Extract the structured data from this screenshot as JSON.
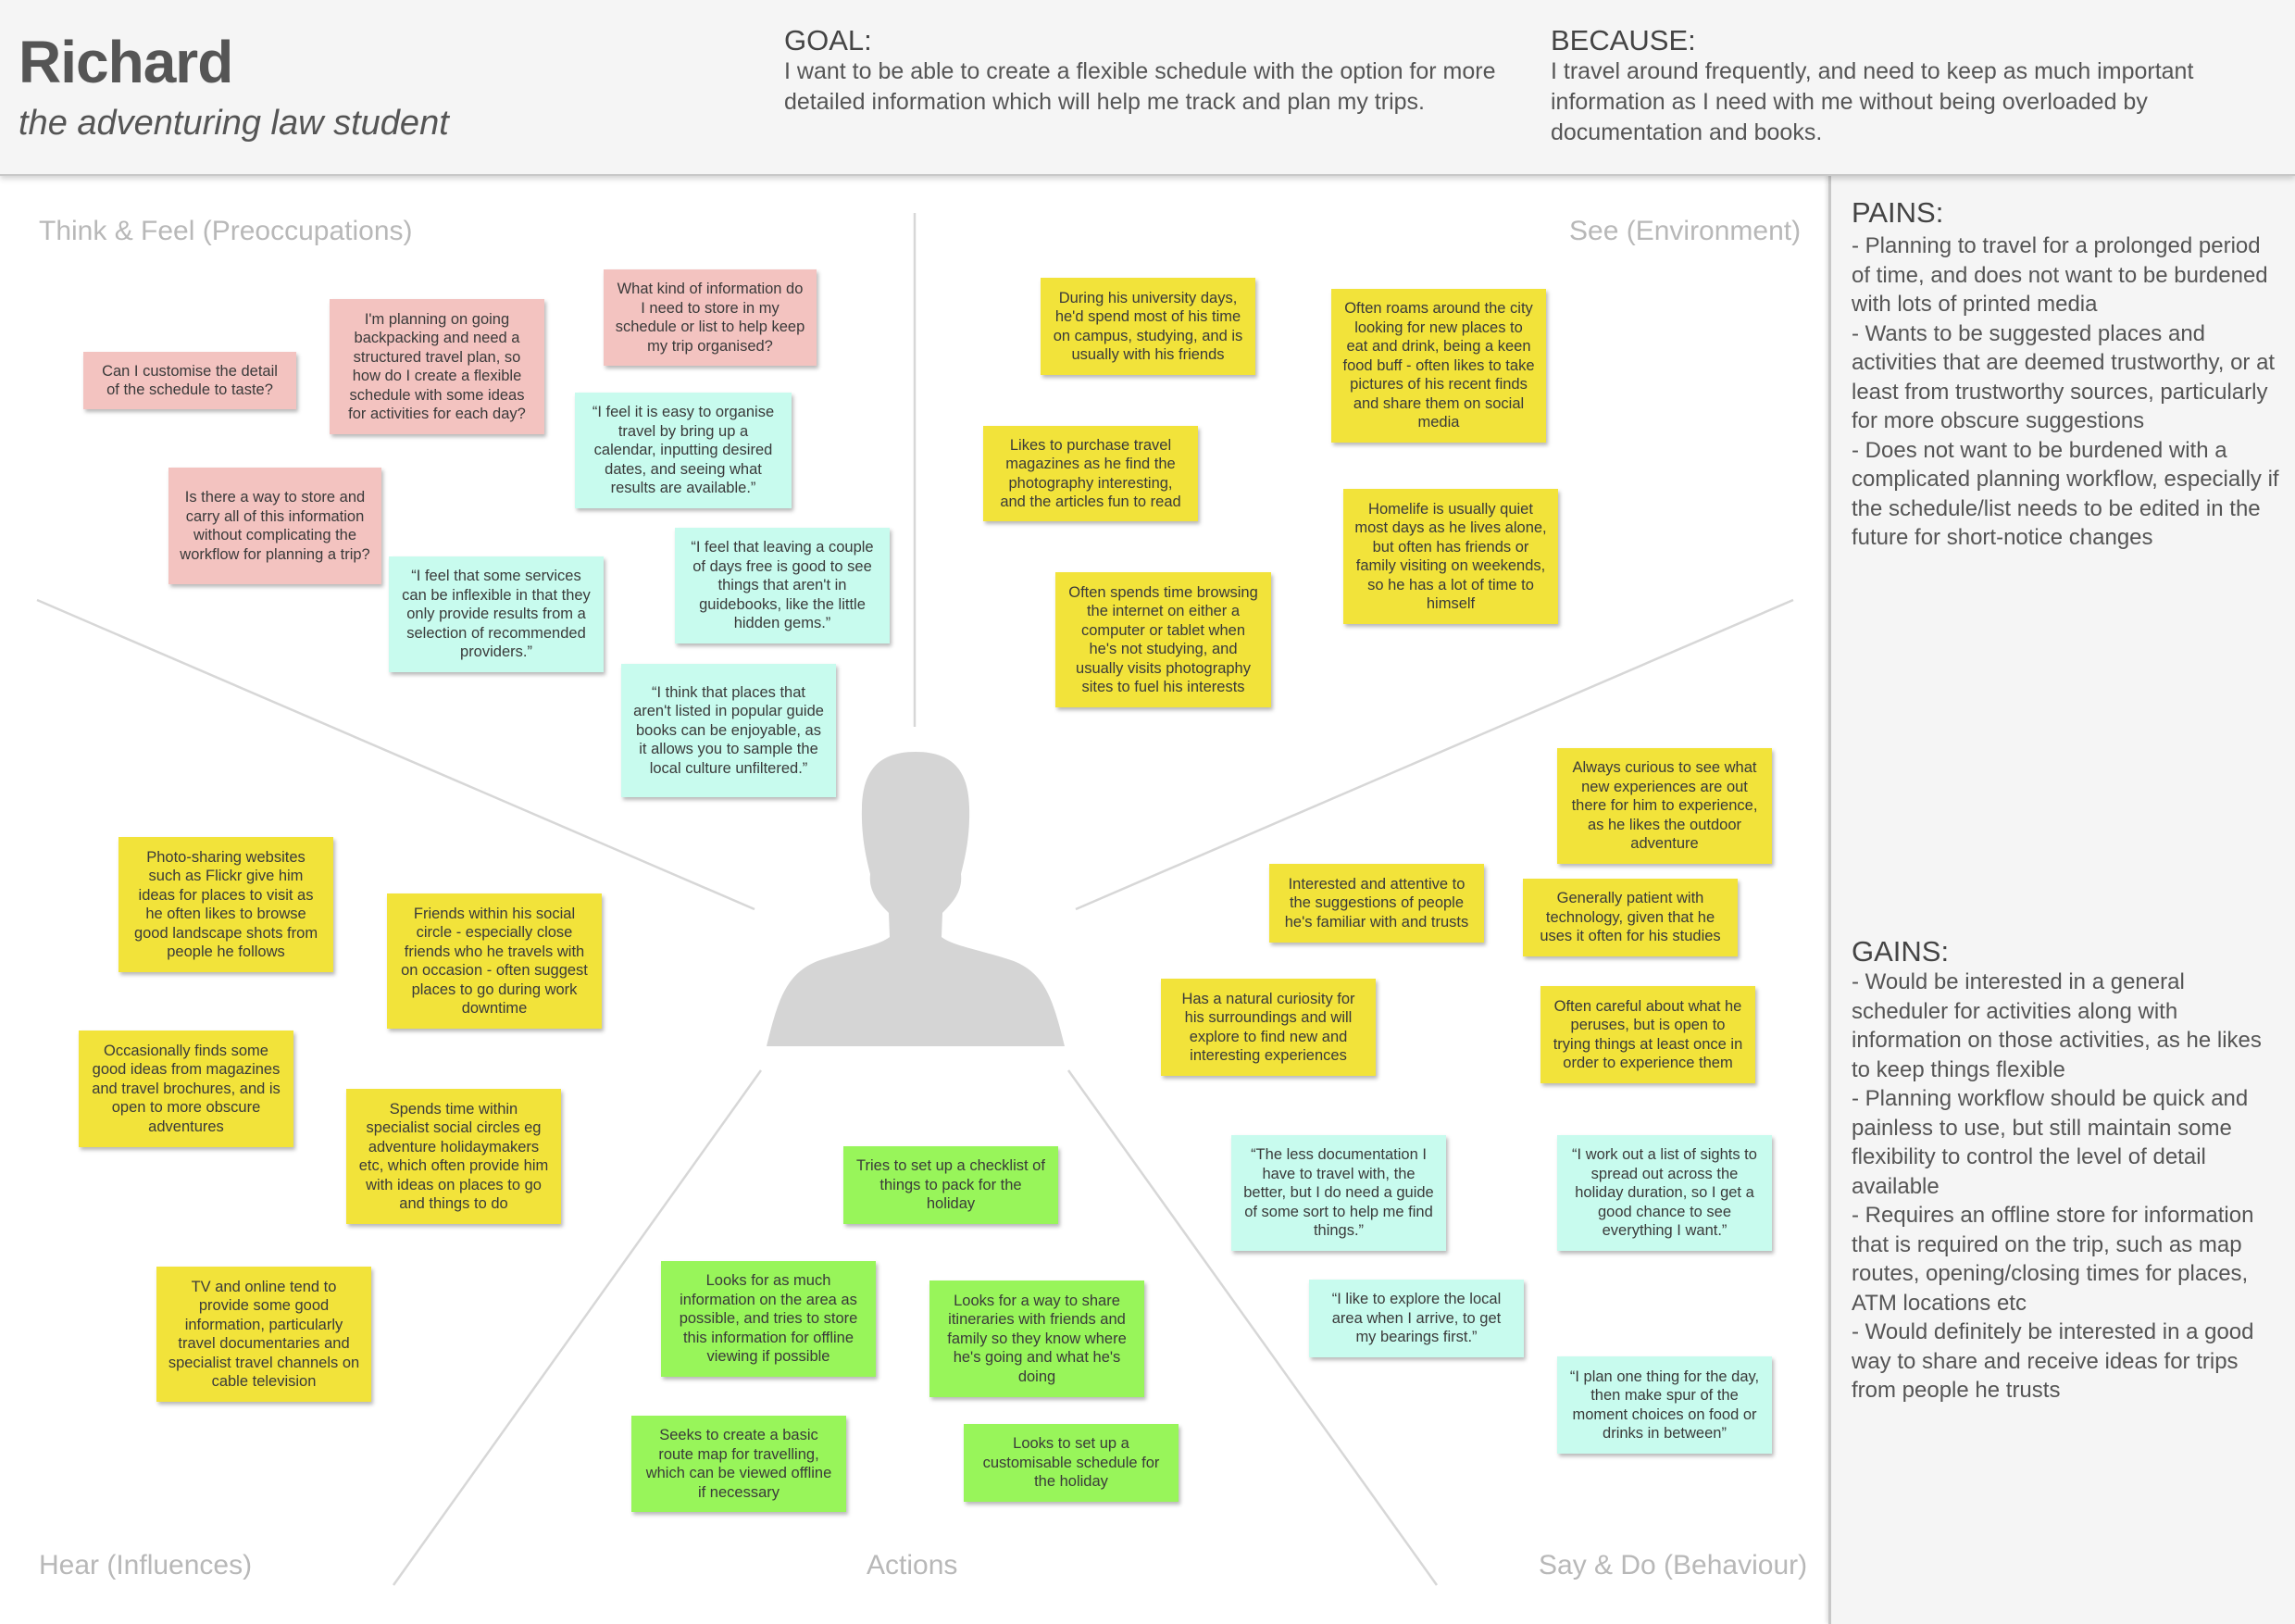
{
  "persona": {
    "name": "Richard",
    "subtitle": "the adventuring law student"
  },
  "goal": {
    "heading": "GOAL:",
    "text": "I want to be able to create a flexible schedule with the option for more detailed information which will help me track and plan my trips."
  },
  "because": {
    "heading": "BECAUSE:",
    "text": "I travel around frequently, and need to keep as much important information as I need with me without being overloaded by documentation and books."
  },
  "sections": {
    "think": "Think & Feel (Preoccupations)",
    "see": "See (Environment)",
    "hear": "Hear (Influences)",
    "actions": "Actions",
    "say": "Say & Do (Behaviour)"
  },
  "pains": {
    "heading": "PAINS:",
    "items": [
      "- Planning to travel for a prolonged period of time, and does not want to be burdened with lots of printed media",
      "- Wants to be suggested places and activities that are deemed trustworthy, or at least from trustworthy sources, particularly for more obscure suggestions",
      "- Does not want to be burdened with a complicated planning workflow, especially if the schedule/list needs to be edited in the future for short-notice changes"
    ]
  },
  "gains": {
    "heading": "GAINS:",
    "items": [
      "- Would be interested in a general scheduler for activities along with information on those activities, as he likes to keep things flexible",
      "- Planning workflow should be quick and painless to use, but still maintain some flexibility to control the level of detail available",
      "- Requires an offline store for information that is required on the trip, such as map routes, opening/closing times for places, ATM locations etc",
      "- Would definitely be interested in a good way to share and receive ideas for trips from people he trusts"
    ]
  },
  "notes": {
    "think": [
      {
        "text": "Can I customise the detail of the schedule to taste?",
        "color": "pink"
      },
      {
        "text": "I'm planning on going backpacking and need a structured travel plan, so how do I create a flexible schedule with some ideas for activities for each day?",
        "color": "pink"
      },
      {
        "text": "What kind of information do I need to store in my schedule or list to help keep my trip organised?",
        "color": "pink"
      },
      {
        "text": "Is there a way to store and carry all of this information without complicating the workflow for planning a trip?",
        "color": "pink"
      },
      {
        "text": "“I feel it is easy to organise travel by bring up a calendar, inputting desired dates, and seeing what results are available.”",
        "color": "mint"
      },
      {
        "text": "“I feel that leaving a couple of days free is good to see things that aren't in guidebooks, like the little hidden gems.”",
        "color": "mint"
      },
      {
        "text": "“I feel that some services can be inflexible in that they only provide results from a selection of recommended providers.”",
        "color": "mint"
      },
      {
        "text": "“I think that places that aren't listed in popular guide books can be enjoyable, as it allows you to sample the local culture unfiltered.”",
        "color": "mint"
      }
    ],
    "see": [
      {
        "text": "During his university days, he'd spend most of his time on campus, studying, and is usually with his friends",
        "color": "yellow"
      },
      {
        "text": "Often roams around the city looking for new places to eat and drink, being a keen food buff - often likes to take pictures of his recent finds and share them on social media",
        "color": "yellow"
      },
      {
        "text": "Likes to purchase travel magazines as he find the photography interesting, and the articles fun to read",
        "color": "yellow"
      },
      {
        "text": "Homelife is usually quiet most days as he lives alone, but often has friends or family visiting on weekends, so he has a lot of time to himself",
        "color": "yellow"
      },
      {
        "text": "Often spends time browsing the internet on either a computer or tablet when he's not studying, and usually visits photography sites to fuel his interests",
        "color": "yellow"
      }
    ],
    "hear": [
      {
        "text": "Photo-sharing websites such as Flickr give him ideas for places to visit as he often likes to browse good landscape shots from people he follows",
        "color": "yellow"
      },
      {
        "text": "Friends within his social circle - especially close friends who he travels with on occasion - often suggest places to go during work downtime",
        "color": "yellow"
      },
      {
        "text": "Occasionally finds some good ideas from magazines and travel brochures, and is open to more obscure adventures",
        "color": "yellow"
      },
      {
        "text": "Spends time within specialist social circles eg adventure holidaymakers etc, which often provide him with ideas on places to go and things to do",
        "color": "yellow"
      },
      {
        "text": "TV and online tend to provide some good information, particularly travel documentaries and specialist travel channels on cable television",
        "color": "yellow"
      }
    ],
    "actions": [
      {
        "text": "Tries to set up a checklist of things to pack for the holiday",
        "color": "green"
      },
      {
        "text": "Looks for as much information on the area as possible, and tries to store this information for offline viewing if possible",
        "color": "green"
      },
      {
        "text": "Looks for a way to share itineraries with friends and family so they know where he's going and what he's doing",
        "color": "green"
      },
      {
        "text": "Seeks to create a basic route map for travelling, which can be viewed offline if necessary",
        "color": "green"
      },
      {
        "text": "Looks to set up a customisable schedule for the holiday",
        "color": "green"
      }
    ],
    "say": [
      {
        "text": "Always curious to see what new experiences are out there for him to experience, as he likes the outdoor adventure",
        "color": "yellow"
      },
      {
        "text": "Interested and attentive to the suggestions of people he's familiar with and trusts",
        "color": "yellow"
      },
      {
        "text": "Generally patient with technology, given that he uses it often for his studies",
        "color": "yellow"
      },
      {
        "text": "Has a natural curiosity for his surroundings and will explore to find new and interesting experiences",
        "color": "yellow"
      },
      {
        "text": "Often careful about what he peruses, but is open to trying things at least once in order to experience them",
        "color": "yellow"
      },
      {
        "text": "“The less documentation I have to travel with, the better, but I do need a guide of some sort to help me find things.”",
        "color": "mint"
      },
      {
        "text": "“I work out a list of sights to spread out across the holiday duration, so I get a good chance to see everything I want.”",
        "color": "mint"
      },
      {
        "text": "“I like to explore the local area when I arrive, to get my bearings first.”",
        "color": "mint"
      },
      {
        "text": "“I plan one thing for the day, then make spur of the moment choices on food or drinks in between”",
        "color": "mint"
      }
    ]
  }
}
